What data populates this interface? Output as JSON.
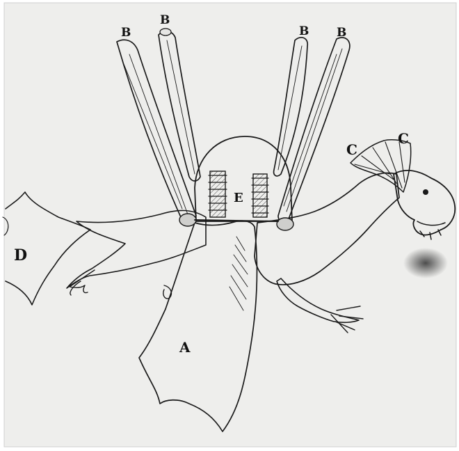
{
  "figure": {
    "labels": {
      "wing_top_1": "B",
      "wing_top_2": "B",
      "wing_top_3": "B",
      "wing_top_4": "B",
      "crest_1": "C",
      "crest_2": "C",
      "tail": "D",
      "body_center": "E",
      "membrane": "A"
    }
  }
}
